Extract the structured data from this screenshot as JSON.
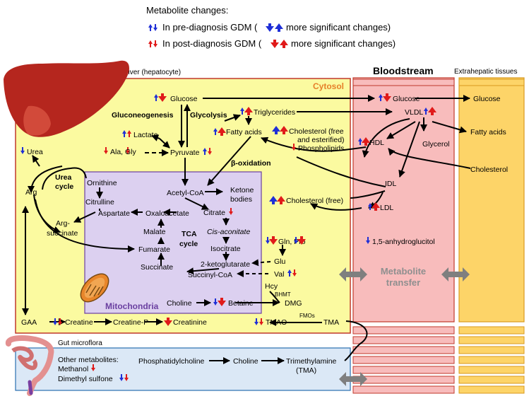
{
  "legend": {
    "title": "Metabolite changes:",
    "pre": "In pre-diagnosis GDM (",
    "post": "In post-diagnosis GDM (",
    "tail": "more significant changes)"
  },
  "compartments": {
    "liver": "Liver (hepatocyte)",
    "cytosol": "Cytosol",
    "bloodstream": "Bloodstream",
    "extrahepatic": "Extrahepatic tissues",
    "mitochondria": "Mitochondria",
    "gut": "Gut microflora",
    "transfer": "Metabolite\ntransfer"
  },
  "labels": {
    "glucose": "Glucose",
    "gluconeogenesis": "Gluconeogenesis",
    "glycolysis": "Glycolysis",
    "lactate": "Lactate",
    "ala_gly": "Ala,    Gly",
    "pyruvate": "Pyruvate",
    "triglycerides": "Triglycerides",
    "fatty_acids": "Fatty acids",
    "cholesterol_free_est": "Cholesterol (free",
    "and_esterified": "and esterified)",
    "phospholipids": "Phospholipids",
    "urea": "Urea",
    "urea_cycle": "Urea\ncycle",
    "ornithine": "Ornithine",
    "citrulline": "Citrulline",
    "arg": "Arg",
    "arg_succinate": "Arg-\nsuccinate",
    "aspartate": "Aspartate",
    "oxaloacetate": "Oxaloacetate",
    "acetyl_coa": "Acetyl-CoA",
    "ketone_bodies": "Ketone\nbodies",
    "beta_oxidation": "β-oxidation",
    "citrate": "Citrate",
    "cis_aconitate": "Cis-aconitate",
    "malate": "Malate",
    "tca_cycle": "TCA\ncycle",
    "isocitrate": "Isocitrate",
    "fumarate": "Fumarate",
    "ketoglutarate": "2-ketoglutarate",
    "succinate": "Succinate",
    "succinyl_coa": "Succinyl-CoA",
    "gln_pro": "Gln,    Pro",
    "glu": "Glu",
    "val": "Val",
    "hcy": "Hcy",
    "bhmt": "BHMT",
    "choline": "Choline",
    "betaine": "Betaine",
    "dmg": "DMG",
    "gaa": "GAA",
    "creatine": "Creatine",
    "creatine_p": "Creatine-P",
    "creatinine": "Creatinine",
    "tmao": "TMAO",
    "fmos": "FMOs",
    "tma": "TMA",
    "cholesterol_free": "Cholesterol (free)",
    "blood_glucose": "Glucose",
    "vldl": "VLDL",
    "hdl": "HDL",
    "glycerol": "Glycerol",
    "idl": "IDL",
    "ldl": "LDL",
    "anhydroglucitol": "1,5-anhydroglucitol",
    "ext_glucose": "Glucose",
    "ext_fatty_acids": "Fatty acids",
    "ext_cholesterol": "Cholesterol",
    "other_metabolites": "Other metabolites:",
    "methanol": "Methanol",
    "dimethyl_sulfone": "Dimethyl sulfone",
    "phosphatidylcholine": "Phosphatidylcholine",
    "gut_choline": "Choline",
    "trimethylamine": "Trimethylamine",
    "tma_paren": "(TMA)"
  },
  "colors": {
    "pre": "#1f2fd6",
    "post": "#e01a1a",
    "liver_organ": "#b5261e",
    "liver_box": "#fbfaa0",
    "liver_border": "#c0392b",
    "cytosol_text": "#e6802a",
    "blood_fill": "#f8bcbc",
    "ext_fill": "#fdd468",
    "mito_fill": "#dcd0f0",
    "mito_text": "#6a3fa0",
    "gut_fill": "#dbe8f6",
    "transfer_text": "#8f8f8f"
  }
}
